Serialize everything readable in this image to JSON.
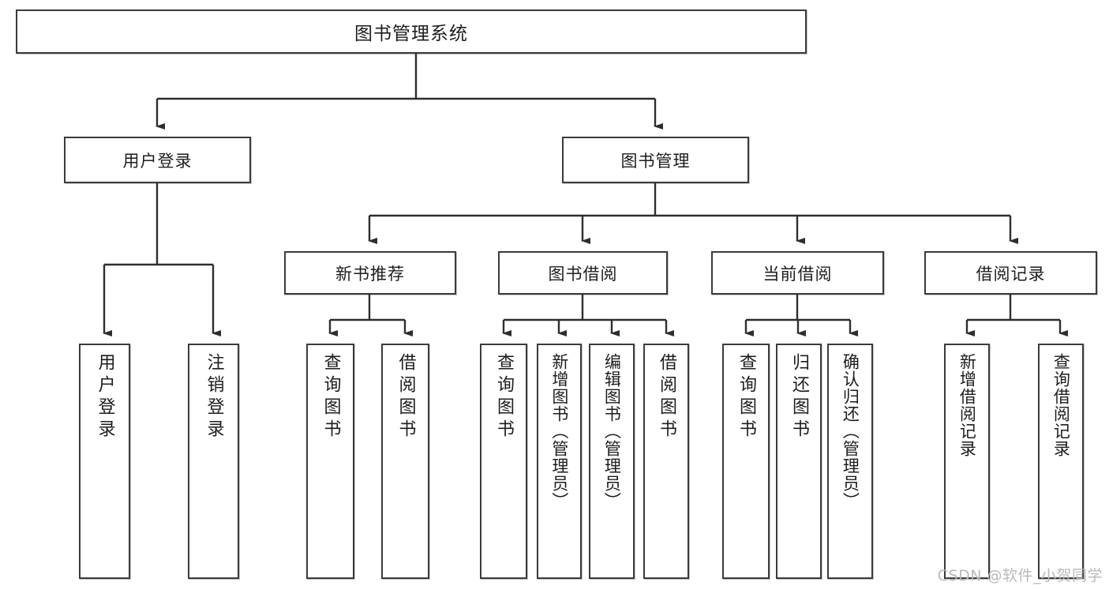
{
  "diagram": {
    "type": "tree-hierarchy-flowchart",
    "title": "图书管理系统",
    "root": {
      "id": "root",
      "label": "图书管理系统"
    },
    "level2": [
      {
        "id": "user-login",
        "label": "用户登录"
      },
      {
        "id": "book-manage",
        "label": "图书管理"
      }
    ],
    "level3": [
      {
        "id": "new-book-recommend",
        "label": "新书推荐",
        "parent": "book-manage"
      },
      {
        "id": "book-borrow",
        "label": "图书借阅",
        "parent": "book-manage"
      },
      {
        "id": "current-borrow",
        "label": "当前借阅",
        "parent": "book-manage"
      },
      {
        "id": "borrow-record",
        "label": "借阅记录",
        "parent": "book-manage"
      }
    ],
    "leaves": {
      "user_login": [
        {
          "id": "leaf-user-login",
          "label": "用户登录"
        },
        {
          "id": "leaf-logout",
          "label": "注销登录"
        }
      ],
      "new_book_recommend": [
        {
          "id": "leaf-query-book-1",
          "label": "查询图书"
        },
        {
          "id": "leaf-borrow-book-1",
          "label": "借阅图书"
        }
      ],
      "book_borrow": [
        {
          "id": "leaf-query-book-2",
          "label": "查询图书"
        },
        {
          "id": "leaf-add-book",
          "label": "新增图书（管理员）"
        },
        {
          "id": "leaf-edit-book",
          "label": "编辑图书（管理员）"
        },
        {
          "id": "leaf-borrow-book-2",
          "label": "借阅图书"
        }
      ],
      "current_borrow": [
        {
          "id": "leaf-query-book-3",
          "label": "查询图书"
        },
        {
          "id": "leaf-return-book",
          "label": "归还图书"
        },
        {
          "id": "leaf-confirm-return",
          "label": "确认归还（管理员）"
        }
      ],
      "borrow_record": [
        {
          "id": "leaf-add-record",
          "label": "新增借阅记录"
        },
        {
          "id": "leaf-query-record",
          "label": "查询借阅记录"
        }
      ]
    }
  },
  "watermark": {
    "text": "CSDN @软件_小贺同学"
  },
  "colors": {
    "box_border": "#3b3b3b",
    "box_fill": "#ffffff",
    "connector": "#2e2e2e",
    "text": "#1d1d1d",
    "watermark": "#b9b9b9",
    "background": "#ffffff"
  }
}
